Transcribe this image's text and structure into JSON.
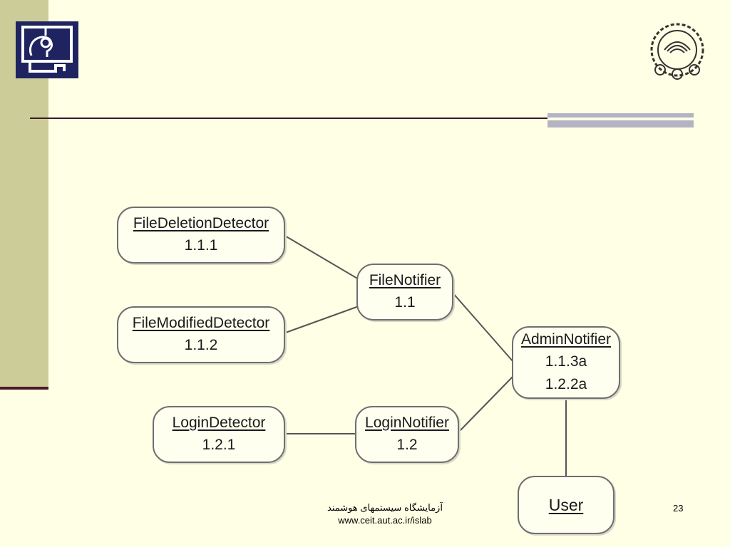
{
  "nodes": {
    "file_deletion_detector": {
      "name": "FileDeletionDetector",
      "numbers": [
        "1.1.1"
      ]
    },
    "file_modified_detector": {
      "name": "FileModifiedDetector",
      "numbers": [
        "1.1.2"
      ]
    },
    "file_notifier": {
      "name": "FileNotifier",
      "numbers": [
        "1.1"
      ]
    },
    "admin_notifier": {
      "name": "AdminNotifier",
      "numbers": [
        "1.1.3a",
        "1.2.2a"
      ]
    },
    "login_detector": {
      "name": "LoginDetector",
      "numbers": [
        "1.2.1"
      ]
    },
    "login_notifier": {
      "name": "LoginNotifier",
      "numbers": [
        "1.2"
      ]
    },
    "user": {
      "name": "User",
      "numbers": []
    }
  },
  "edges": [
    {
      "from": "FileDeletionDetector",
      "to": "FileNotifier"
    },
    {
      "from": "FileModifiedDetector",
      "to": "FileNotifier"
    },
    {
      "from": "FileNotifier",
      "to": "AdminNotifier"
    },
    {
      "from": "LoginDetector",
      "to": "LoginNotifier"
    },
    {
      "from": "LoginNotifier",
      "to": "AdminNotifier"
    },
    {
      "from": "AdminNotifier",
      "to": "User"
    }
  ],
  "footer": {
    "lab_name": "آزمایشگاه سیستمهای هوشمند",
    "url": "www.ceit.aut.ac.ir/islab"
  },
  "page_number": "23",
  "icons": {
    "top_left_logo": "computer-head-logo-icon",
    "top_right_seal": "university-seal-icon"
  },
  "colors": {
    "background": "#ffffe5",
    "left_bar": "#cccc99",
    "logo_bg": "#1f2460",
    "rule": "#3a1a2a"
  }
}
